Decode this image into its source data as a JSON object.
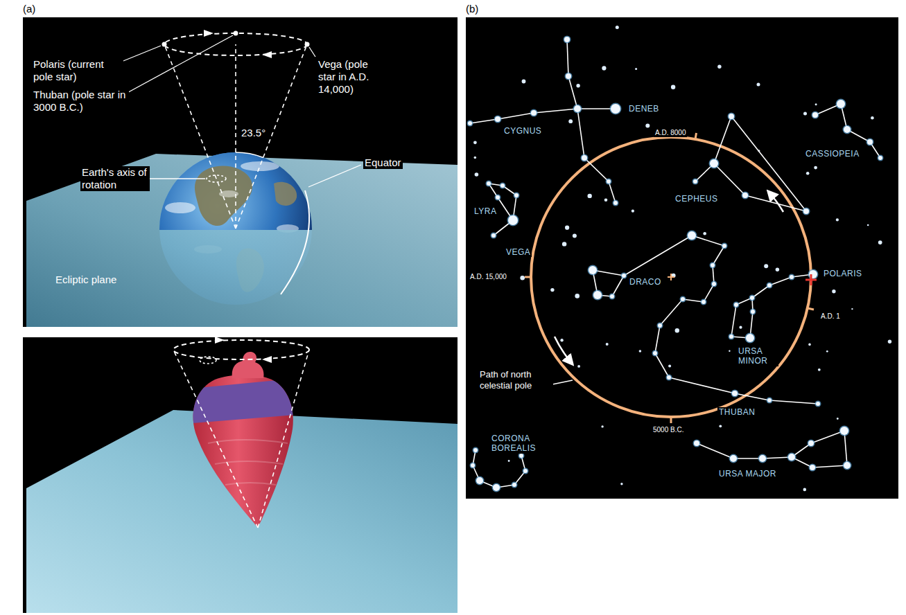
{
  "diagram": {
    "labels": [
      "(a)",
      "(b)",
      "Polaris (current pole star)",
      "Thuban (pole star in 3000 B.C.)",
      "Vega (pole star in A.D. 14,000)",
      "23.5°",
      "Equator",
      "Earth's axis of rotation",
      "Ecliptic plane",
      "CYGNUS",
      "DENEB",
      "A.D. 8000",
      "CASSIOPEIA",
      "LYRA",
      "VEGA",
      "CEPHEUS",
      "POLARIS",
      "A.D. 15,000",
      "DRACO",
      "A.D. 1",
      "URSA MINOR",
      "Path of north celestial pole",
      "THUBAN",
      "5000 B.C.",
      "CORONA BOREALIS",
      "URSA MAJOR"
    ]
  }
}
